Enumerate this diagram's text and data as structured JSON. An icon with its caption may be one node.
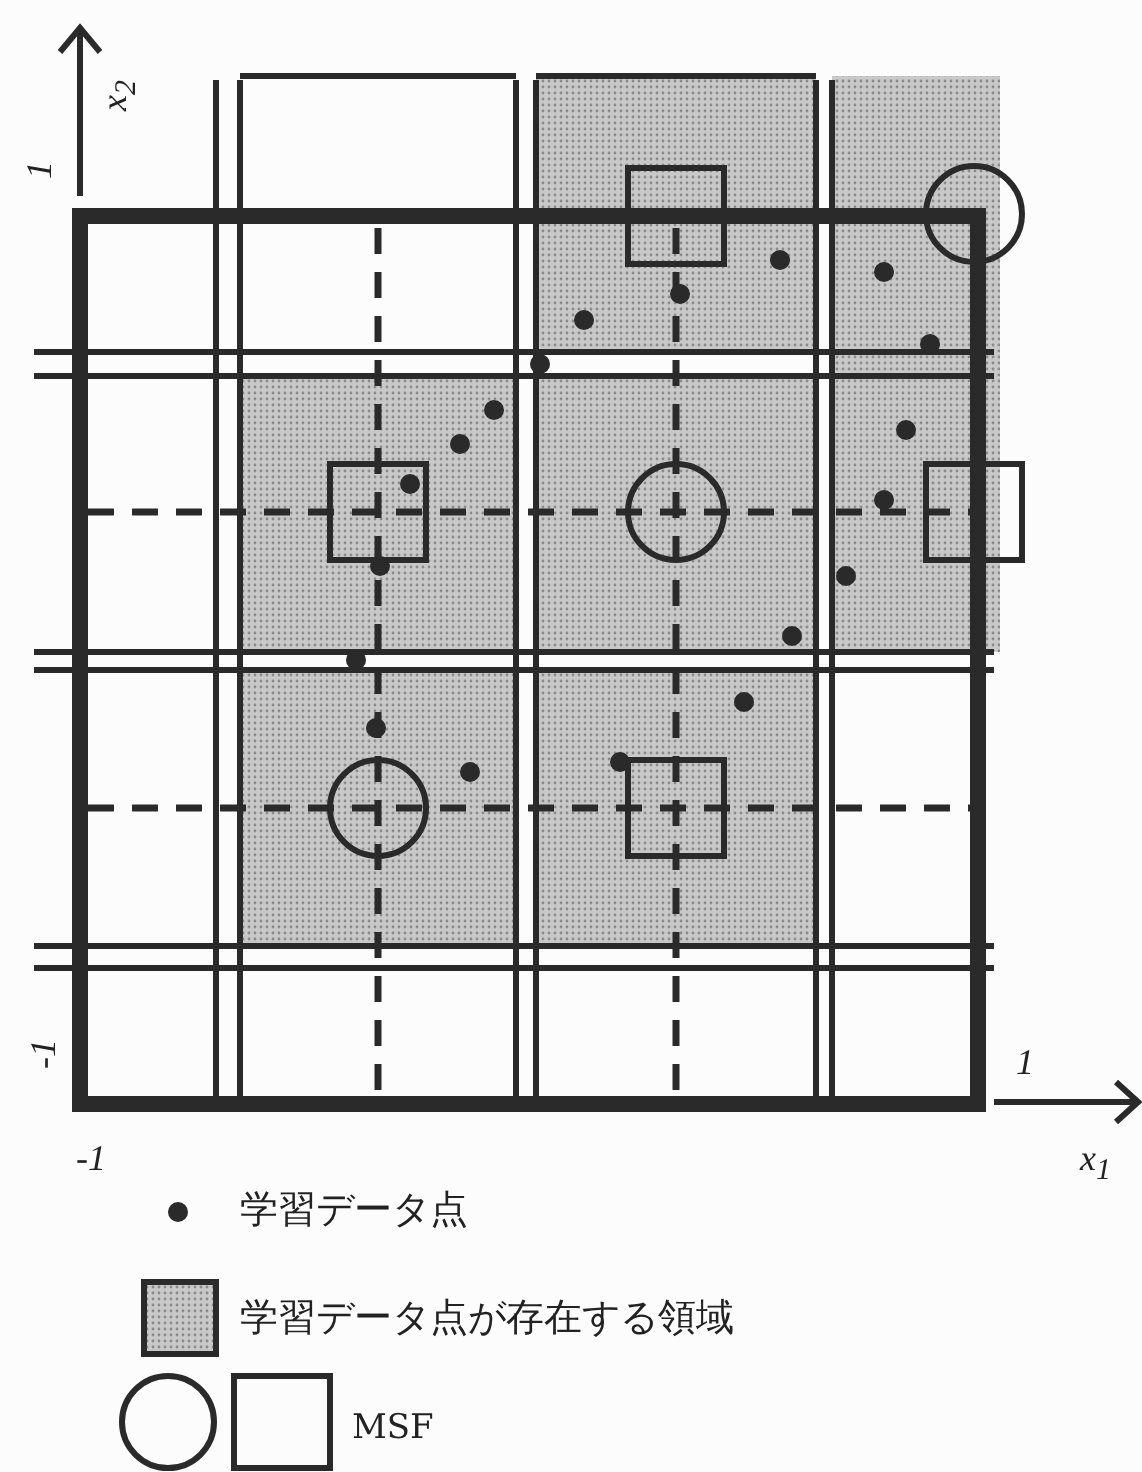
{
  "diagram": {
    "labels": [
      "1",
      "x$_{2}$",
      "-1",
      "1",
      "-1",
      "x$_{1}$"
    ],
    "legend": [
      {
        "text": "学習データ点"
      },
      {
        "text": "学習データ点が存在する領域",
        "color": "#c8c8c8"
      },
      {
        "text": "MSF"
      }
    ]
  }
}
